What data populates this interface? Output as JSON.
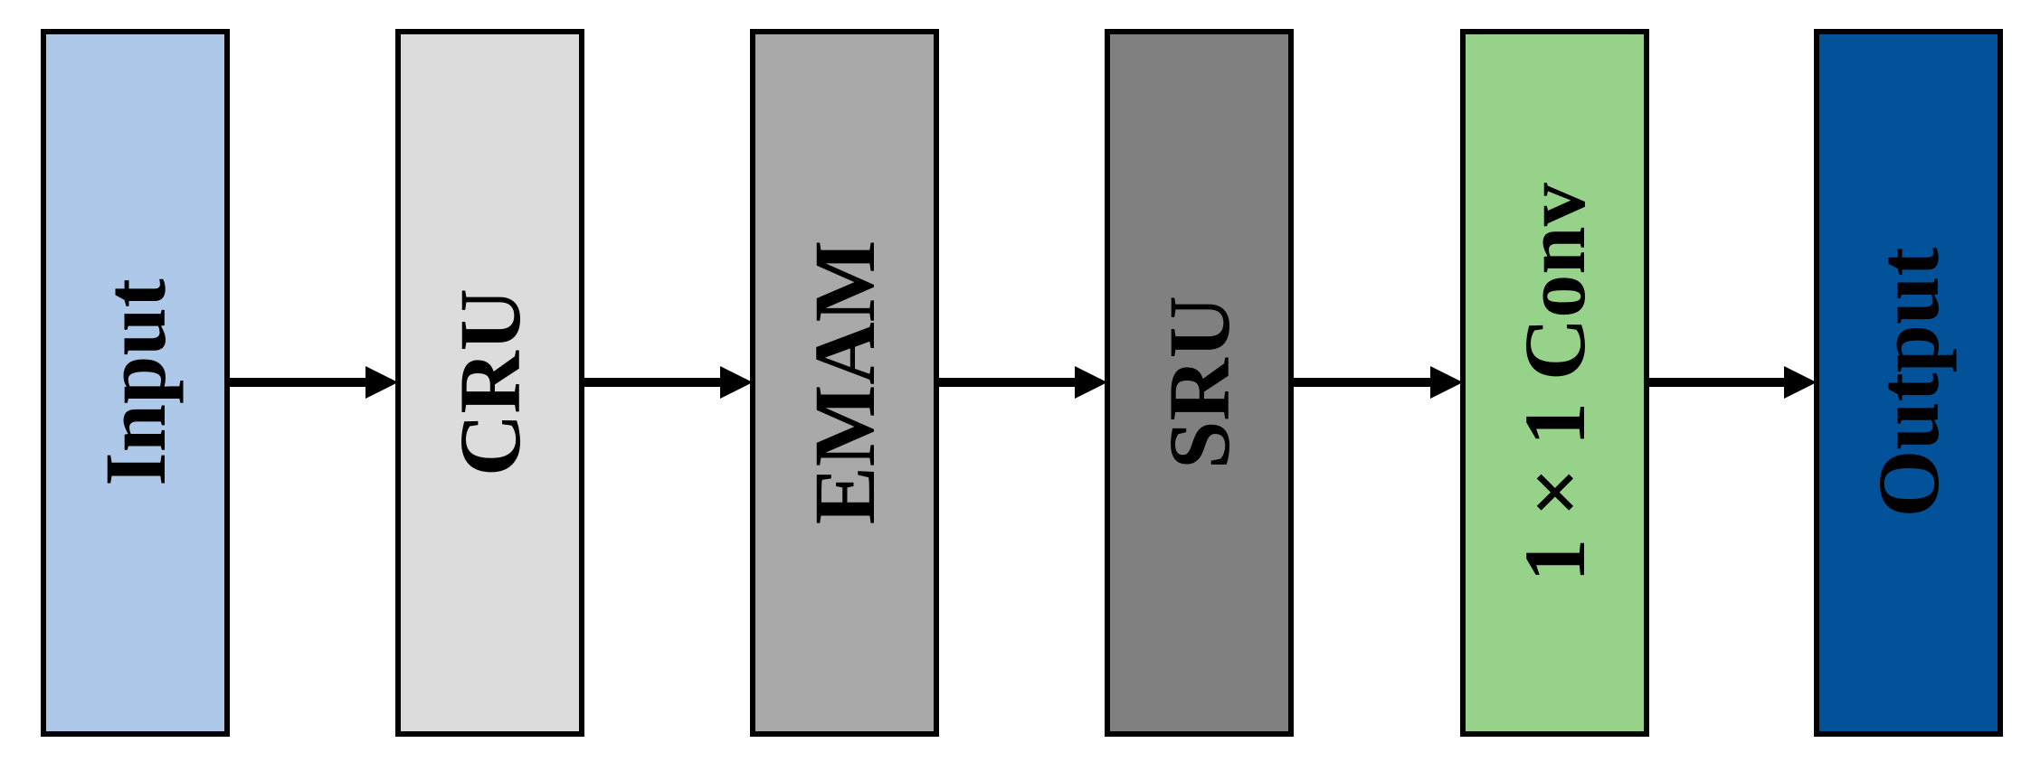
{
  "diagram": {
    "blocks": [
      {
        "label": "Input",
        "fill": "#aec8ea"
      },
      {
        "label": "CRU",
        "fill": "#dcdcdc"
      },
      {
        "label": "EMAM",
        "fill": "#a9a9a9"
      },
      {
        "label": "SRU",
        "fill": "#808080"
      },
      {
        "label": "1 × 1 Conv",
        "fill": "#97d28b"
      },
      {
        "label": "Output",
        "fill": "#02529a"
      }
    ],
    "connector": {
      "color": "#000000",
      "arrowhead": "filled-triangle"
    },
    "border_color": "#000000"
  }
}
